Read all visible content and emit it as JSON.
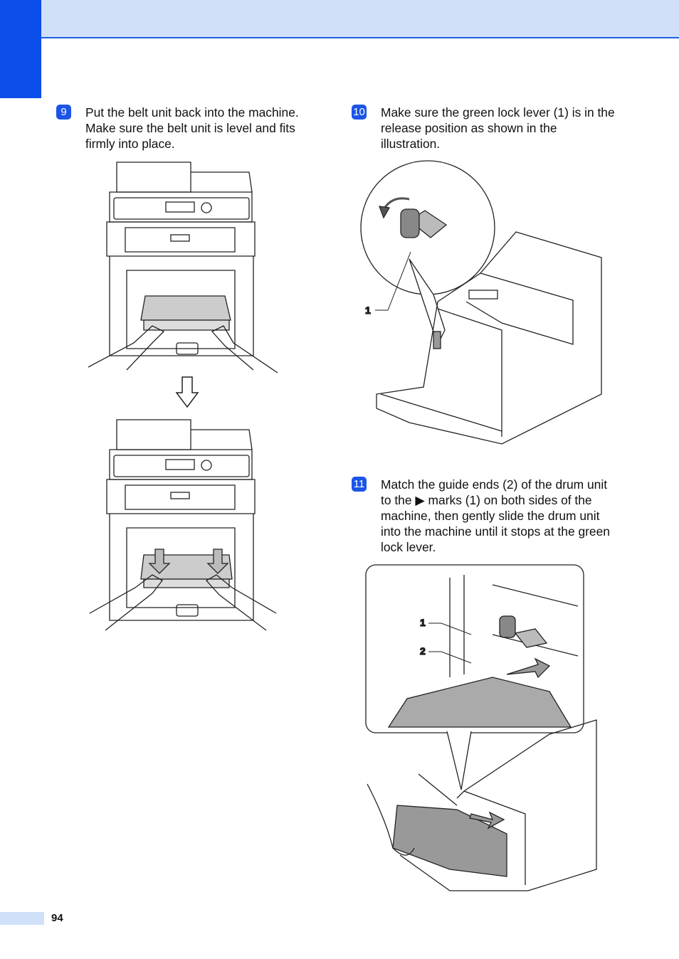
{
  "header": {
    "accent_color": "#0a4de8",
    "band_color": "#cfe0f8"
  },
  "steps": [
    {
      "number": "9",
      "text": "Put the belt unit back into the machine. Make sure the belt unit is level and fits firmly into place."
    },
    {
      "number": "10",
      "text": "Make sure the green lock lever (1) is in the release position as shown in the illustration."
    },
    {
      "number": "11",
      "text_before": "Match the guide ends (2) of the drum unit to the ",
      "marker_icon": "triangle-right-icon",
      "text_after": " marks (1) on both sides of the machine, then gently slide the drum unit into the machine until it stops at the green lock lever."
    }
  ],
  "callouts": {
    "step10_label_1": "1",
    "step11_label_1": "1",
    "step11_label_2": "2"
  },
  "footer": {
    "page_number": "94"
  }
}
